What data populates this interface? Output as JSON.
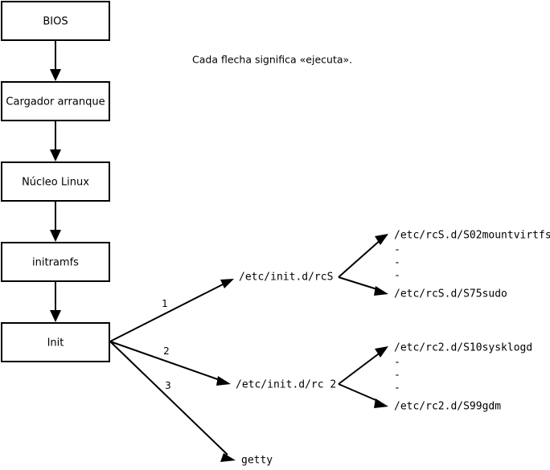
{
  "diagram": {
    "caption": "Cada flecha significa «ejecuta».",
    "boot_chain": [
      {
        "label": "BIOS"
      },
      {
        "label": "Cargador arranque"
      },
      {
        "label": "Núcleo Linux"
      },
      {
        "label": "initramfs"
      },
      {
        "label": "Init"
      }
    ],
    "init_branches": [
      {
        "number": "1",
        "target": "/etc/init.d/rcS"
      },
      {
        "number": "2",
        "target": "/etc/init.d/rc 2"
      },
      {
        "number": "3",
        "target": "getty"
      }
    ],
    "rcs_scripts": {
      "first": "/etc/rcS.d/S02mountvirtfs",
      "ellipsis": [
        "-",
        "-",
        "-"
      ],
      "last": "/etc/rcS.d/S75sudo"
    },
    "rc2_scripts": {
      "first": "/etc/rc2.d/S10sysklogd",
      "ellipsis": [
        "-",
        "-",
        "-"
      ],
      "last": "/etc/rc2.d/S99gdm"
    },
    "colors": {
      "stroke": "#000000",
      "fill": "#ffffff",
      "text": "#000000"
    }
  }
}
